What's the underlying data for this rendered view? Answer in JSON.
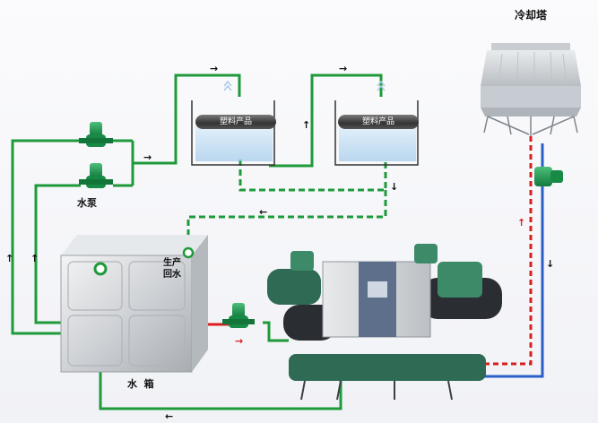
{
  "labels": {
    "cooling_tower": "冷却塔",
    "water_pump": "水泵",
    "water_tank": "水  箱",
    "return_water": "生产\n回水",
    "product_1": "塑料产品",
    "product_2": "塑料产品"
  },
  "colors": {
    "chilled_supply": "#1e9a3a",
    "chilled_return": "#1e9a3a",
    "condenser_hot": "#d81e1e",
    "condenser_cold": "#2a5fc9",
    "pump": "#1a9b55"
  },
  "arrows": {
    "up": "↑",
    "down": "↓",
    "right": "→",
    "left": "←"
  }
}
